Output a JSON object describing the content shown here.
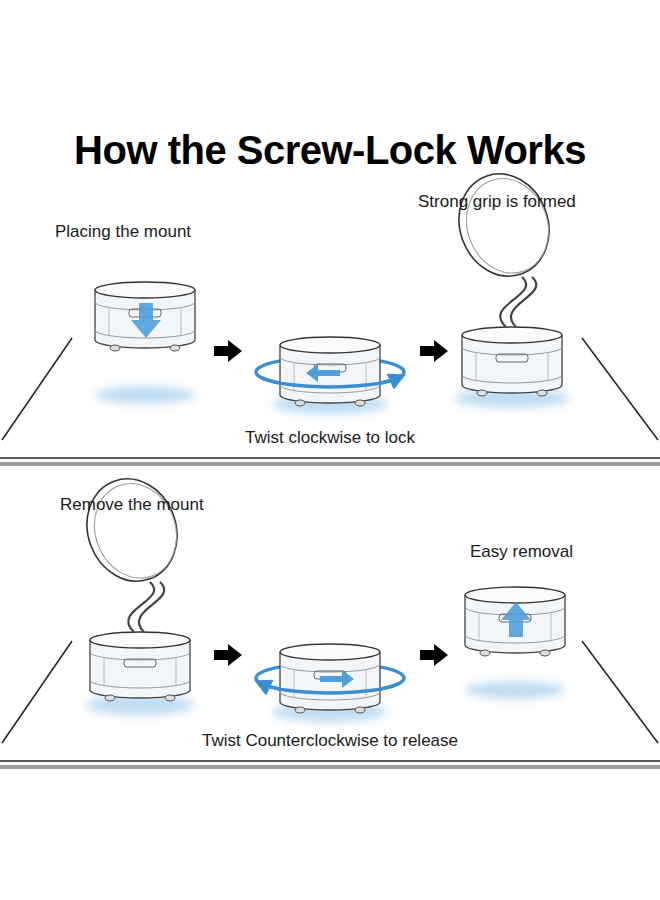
{
  "diagram": {
    "title": "How the Screw-Lock Works",
    "nodes": [
      {
        "text": [
          "Twist clockwise to lock"
        ]
      },
      {
        "text": [
          "Twist Counterclockwise to release"
        ]
      }
    ],
    "labels": [
      "Placing the mount",
      "Strong grip is formed",
      "Remove the mount",
      "Easy removal"
    ]
  }
}
